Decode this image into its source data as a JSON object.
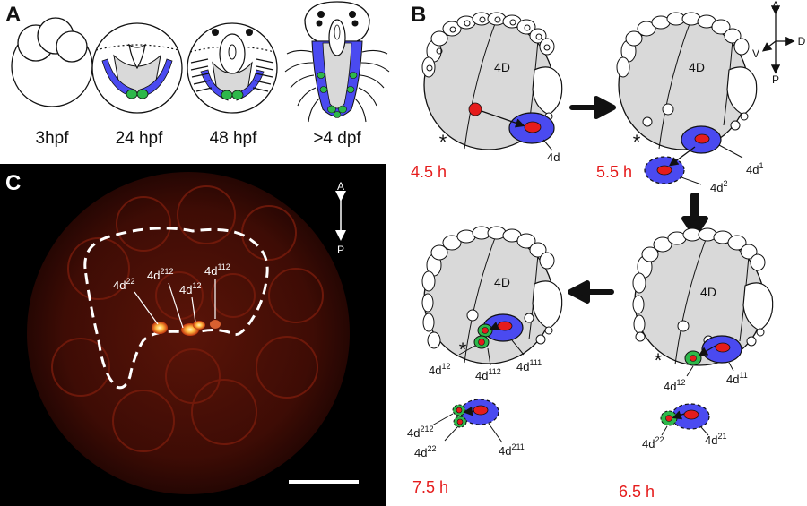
{
  "panels": {
    "a": {
      "letter": "A",
      "stages": [
        "3hpf",
        "24 hpf",
        "48 hpf",
        ">4 dpf"
      ]
    },
    "b": {
      "letter": "B",
      "orientation": {
        "a": "A",
        "p": "P",
        "v": "V",
        "d": "D"
      },
      "blastomere": "4D",
      "asterisk": "*",
      "times": [
        "4.5 h",
        "5.5 h",
        "6.5 h",
        "7.5 h"
      ],
      "cells": {
        "d4": "4d",
        "d4_1": "4d",
        "d4_1_sup": "1",
        "d4_2": "4d",
        "d4_2_sup": "2",
        "d4_11": "4d",
        "d4_11_sup": "11",
        "d4_12": "4d",
        "d4_12_sup": "12",
        "d4_21": "4d",
        "d4_21_sup": "21",
        "d4_22": "4d",
        "d4_22_sup": "22",
        "d4_111": "4d",
        "d4_111_sup": "111",
        "d4_112": "4d",
        "d4_112_sup": "112",
        "d4_211": "4d",
        "d4_211_sup": "211",
        "d4_212": "4d",
        "d4_212_sup": "212"
      }
    },
    "c": {
      "letter": "C",
      "orientation": {
        "a": "A",
        "p": "P"
      },
      "labels": [
        {
          "base": "4d",
          "sup": "22"
        },
        {
          "base": "4d",
          "sup": "212"
        },
        {
          "base": "4d",
          "sup": "12"
        },
        {
          "base": "4d",
          "sup": "112"
        }
      ]
    }
  },
  "colors": {
    "blue": "#4a4af0",
    "green": "#2eb84a",
    "red": "#e51c1c",
    "gray": "#d9d9d9",
    "time_red": "#e51c1c",
    "fluorescence": "#b8321c"
  }
}
